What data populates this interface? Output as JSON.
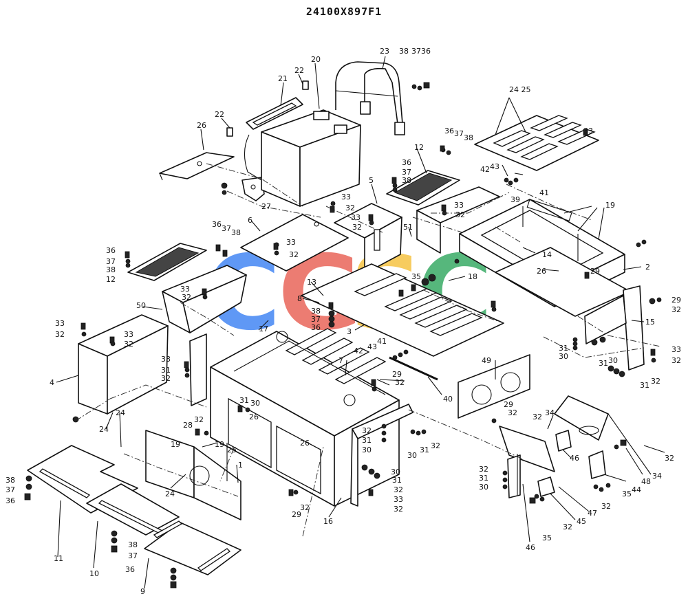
{
  "drawing_number": "24100X897F1",
  "watermark": {
    "letters": [
      "C",
      "G",
      "S",
      "C"
    ],
    "colors": [
      "#4a8af4",
      "#ea6a5f",
      "#f6c64a",
      "#3fae6a"
    ]
  },
  "callouts": [
    "1",
    "2",
    "3",
    "4",
    "5",
    "6",
    "7",
    "8",
    "9",
    "10",
    "11",
    "12",
    "12",
    "13",
    "14",
    "15",
    "16",
    "17",
    "18",
    "19",
    "19",
    "19",
    "20",
    "21",
    "22",
    "22",
    "23",
    "24",
    "24",
    "24",
    "24 25",
    "25",
    "26",
    "26",
    "26",
    "26",
    "27",
    "28",
    "29",
    "29",
    "29",
    "29",
    "29",
    "30",
    "30",
    "30",
    "30",
    "30",
    "30",
    "30",
    "31",
    "31",
    "31",
    "31",
    "31",
    "31",
    "31",
    "31",
    "31",
    "32",
    "32",
    "32",
    "32",
    "32",
    "32",
    "32",
    "32",
    "32",
    "32",
    "32",
    "32",
    "32",
    "32",
    "32",
    "32",
    "32",
    "32",
    "32",
    "32",
    "32",
    "32",
    "32",
    "32",
    "33",
    "33",
    "33",
    "33",
    "33",
    "33",
    "33",
    "33",
    "33",
    "33",
    "33",
    "34",
    "34",
    "35",
    "35",
    "35",
    "36",
    "36",
    "36",
    "36",
    "36",
    "36",
    "36",
    "36",
    "37",
    "37",
    "37",
    "37",
    "37",
    "37",
    "37",
    "37",
    "38",
    "38",
    "38",
    "38",
    "38",
    "38",
    "38",
    "38",
    "39",
    "40",
    "41",
    "41",
    "42",
    "42",
    "43",
    "43",
    "44",
    "45",
    "46",
    "46",
    "47",
    "48",
    "49",
    "50",
    "51"
  ]
}
